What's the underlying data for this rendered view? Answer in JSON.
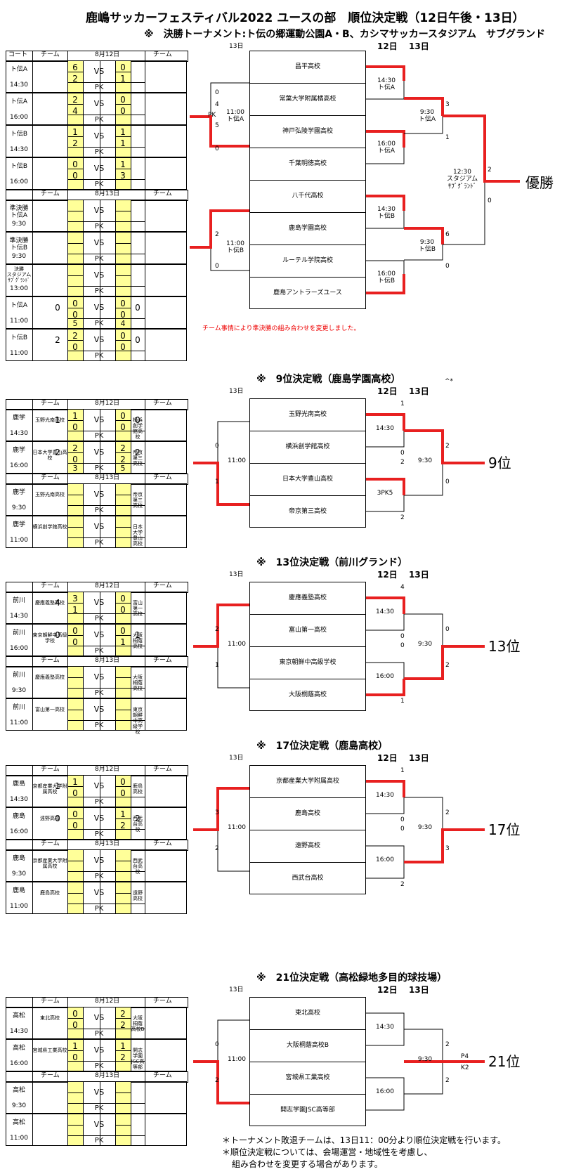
{
  "title": "鹿嶋サッカーフェスティバル2022 ユースの部　順位決定戦（12日午後・13日）",
  "subtitle": "※　決勝トーナメント:ト伝の郷運動公園A・B、カシマサッカースタジアム　サブグランド",
  "col_day12": "12日",
  "col_day13": "13日",
  "col_13": "13日",
  "hdr": {
    "court": "コート",
    "team": "チーム",
    "date12": "8月12日",
    "date13": "8月13日",
    "vs": "VS",
    "pk": "PK"
  },
  "main": {
    "teams": [
      "昌平高校",
      "常葉大学附属橘高校",
      "神戸弘陵学園高校",
      "千葉明徳高校",
      "八千代高校",
      "鹿島学園高校",
      "ルーテル学院高校",
      "鹿島アントラーズユース"
    ],
    "rows": [
      {
        "court": "ト伝A",
        "time": "14:30",
        "s1": "6",
        "s2": "2",
        "o1": "0",
        "o2": "1"
      },
      {
        "court": "ト伝A",
        "time": "16:00",
        "s1": "2",
        "s2": "4",
        "o1": "0",
        "o2": "0"
      },
      {
        "court": "ト伝B",
        "time": "14:30",
        "s1": "1",
        "s2": "2",
        "o1": "1",
        "o2": "1"
      },
      {
        "court": "ト伝B",
        "time": "16:00",
        "s1": "0",
        "s2": "0",
        "o1": "1",
        "o2": "3"
      },
      {
        "court": "準決勝\nト伝A",
        "time": "9:30"
      },
      {
        "court": "準決勝\nト伝B",
        "time": "9:30"
      },
      {
        "court": "決勝\nスタジアム\nｻﾌﾞｸﾞﾗﾝﾄﾞ",
        "time": "13:00"
      },
      {
        "court": "ト伝A",
        "time": "11:00",
        "l": "0",
        "s1": "0",
        "s2": "0",
        "pk1": "5",
        "o1": "0",
        "o2": "0",
        "r": "0",
        "pk2": "4"
      },
      {
        "court": "ト伝B",
        "time": "11:00",
        "l": "2",
        "s1": "2",
        "s2": "0",
        "o1": "0",
        "o2": "0",
        "r": "0"
      }
    ],
    "m1": "14:30\nト伝A",
    "m2": "16:00\nト伝A",
    "m3": "14:30\nト伝B",
    "m4": "16:00\nト伝B",
    "sf1": "9:30\nト伝A",
    "sf2": "9:30\nト伝B",
    "final": "12:30\nスタジアム\nｻﾌﾞｸﾞﾗﾝﾄﾞ",
    "left1": "11:00\nト伝A",
    "left2": "11:00\nト伝B",
    "sc": {
      "a": "0",
      "b": "4",
      "c": "5",
      "d": "0",
      "e": "2",
      "f": "0",
      "g": "3",
      "h": "1",
      "i": "6",
      "j": "0",
      "k": "2",
      "l": "0",
      "pk": "PK"
    },
    "winner": "優勝",
    "notice": "チーム事情により準決勝の組み合わせを変更しました。"
  },
  "s9": {
    "title": "※　9位決定戦（鹿島学園高校）",
    "mark": "^*",
    "rank": "9位",
    "court": "鹿学",
    "teams": [
      "玉野光南高校",
      "横浜創学館高校",
      "日本大学豊山高校",
      "帝京第三高校"
    ],
    "rows": [
      {
        "time": "14:30",
        "tl": "玉野光南高校",
        "l": "1",
        "s1": "1",
        "s2": "0",
        "o1": "0",
        "o2": "0",
        "r": "0",
        "tr": "横浜創学館高校"
      },
      {
        "time": "16:00",
        "tl": "日本大学豊山高校",
        "l": "2",
        "s1": "2",
        "s2": "0",
        "pk1": "3",
        "o1": "2",
        "o2": "2",
        "pk2": "5",
        "r": "2",
        "tr": "帝京第三高校"
      },
      {
        "time": "9:30",
        "tl": "玉野光南高校",
        "tr": "帝京第三高校"
      },
      {
        "time": "11:00",
        "tl": "横浜創学館高校",
        "tr": "日本大学豊山高校"
      }
    ],
    "m1": "14:30",
    "m2": "3PK5",
    "mid": "9:30",
    "left": "11:00",
    "sc": {
      "a": "1",
      "b": "0",
      "c": "2",
      "d": "2",
      "e": "2",
      "f": "0",
      "g": "0",
      "h": "1"
    }
  },
  "s13": {
    "title": "※　13位決定戦（前川グランド）",
    "rank": "13位",
    "court": "前川",
    "teams": [
      "慶應義塾高校",
      "富山第一高校",
      "東京朝鮮中高級学校",
      "大阪桐蔭高校"
    ],
    "rows": [
      {
        "time": "14:30",
        "tl": "慶應義塾高校",
        "l": "4",
        "s1": "3",
        "s2": "1",
        "o1": "0",
        "o2": "0",
        "tr": "富山第一高校"
      },
      {
        "time": "16:00",
        "tl": "東京朝鮮中高級学校",
        "l": "0",
        "s1": "0",
        "s2": "0",
        "o1": "0",
        "o2": "1",
        "r": "1",
        "tr": "大阪桐蔭高校"
      },
      {
        "time": "9:30",
        "tl": "慶應義塾高校",
        "tr": "大阪桐蔭高校"
      },
      {
        "time": "11:00",
        "tl": "富山第一高校",
        "tr": "東京朝鮮中高級学校"
      }
    ],
    "m1": "14:30",
    "m2": "16:00",
    "mid": "9:30",
    "left": "11:00",
    "sc": {
      "a": "4",
      "b": "0",
      "c": "0",
      "d": "1",
      "e": "0",
      "f": "2",
      "g": "2",
      "h": "1"
    }
  },
  "s17": {
    "title": "※　17位決定戦（鹿島高校）",
    "rank": "17位",
    "court": "鹿島",
    "teams": [
      "京都産業大学附属高校",
      "鹿島高校",
      "遠野高校",
      "西武台高校"
    ],
    "rows": [
      {
        "time": "14:30",
        "tl": "京都産業大学附属高校",
        "l": "1",
        "s1": "1",
        "s2": "0",
        "o1": "0",
        "o2": "0",
        "tr": "鹿島高校"
      },
      {
        "time": "16:00",
        "tl": "遠野高校",
        "l": "0",
        "s1": "0",
        "s2": "0",
        "o1": "1",
        "o2": "2",
        "r": "2",
        "tr": "西武台高校"
      },
      {
        "time": "9:30",
        "tl": "京都産業大学附属高校",
        "tr": "西武台高校"
      },
      {
        "time": "11:00",
        "tl": "鹿島高校",
        "tr": "遠野高校"
      }
    ],
    "m1": "14:30",
    "m2": "16:00",
    "mid": "9:30",
    "left": "11:00",
    "sc": {
      "a": "1",
      "b": "0",
      "c": "0",
      "d": "2",
      "e": "2",
      "f": "3",
      "g": "3",
      "h": "2"
    }
  },
  "s21": {
    "title": "※　21位決定戦（高松緑地多目的球技場）",
    "rank": "21位",
    "court": "高松",
    "teams": [
      "東北高校",
      "大阪桐蔭高校B",
      "宮城県工業高校",
      "開志学園JSC高等部"
    ],
    "rows": [
      {
        "time": "14:30",
        "tl": "東北高校",
        "s1": "0",
        "s2": "0",
        "o1": "2",
        "o2": "2",
        "tr": "大阪桐蔭高校B"
      },
      {
        "time": "16:00",
        "tl": "宮城県工業高校",
        "s1": "1",
        "s2": "0",
        "o1": "1",
        "o2": "2",
        "tr": "開志学園JSC高等部"
      },
      {
        "time": "9:30"
      },
      {
        "time": "11:00"
      }
    ],
    "m1": "14:30",
    "m2": "16:00",
    "mid": "9:30",
    "left": "11:00",
    "sc": {
      "a": "2",
      "b": "2",
      "c": "P4",
      "d": "K2",
      "e": "0",
      "f": "2"
    }
  },
  "footer1": "＊トーナメント敗退チームは、13日11：00分より順位決定戦を行います。",
  "footer2": "＊順位決定戦については、会場運営・地域性を考慮し、",
  "footer3": "組み合わせを変更する場合があります。"
}
